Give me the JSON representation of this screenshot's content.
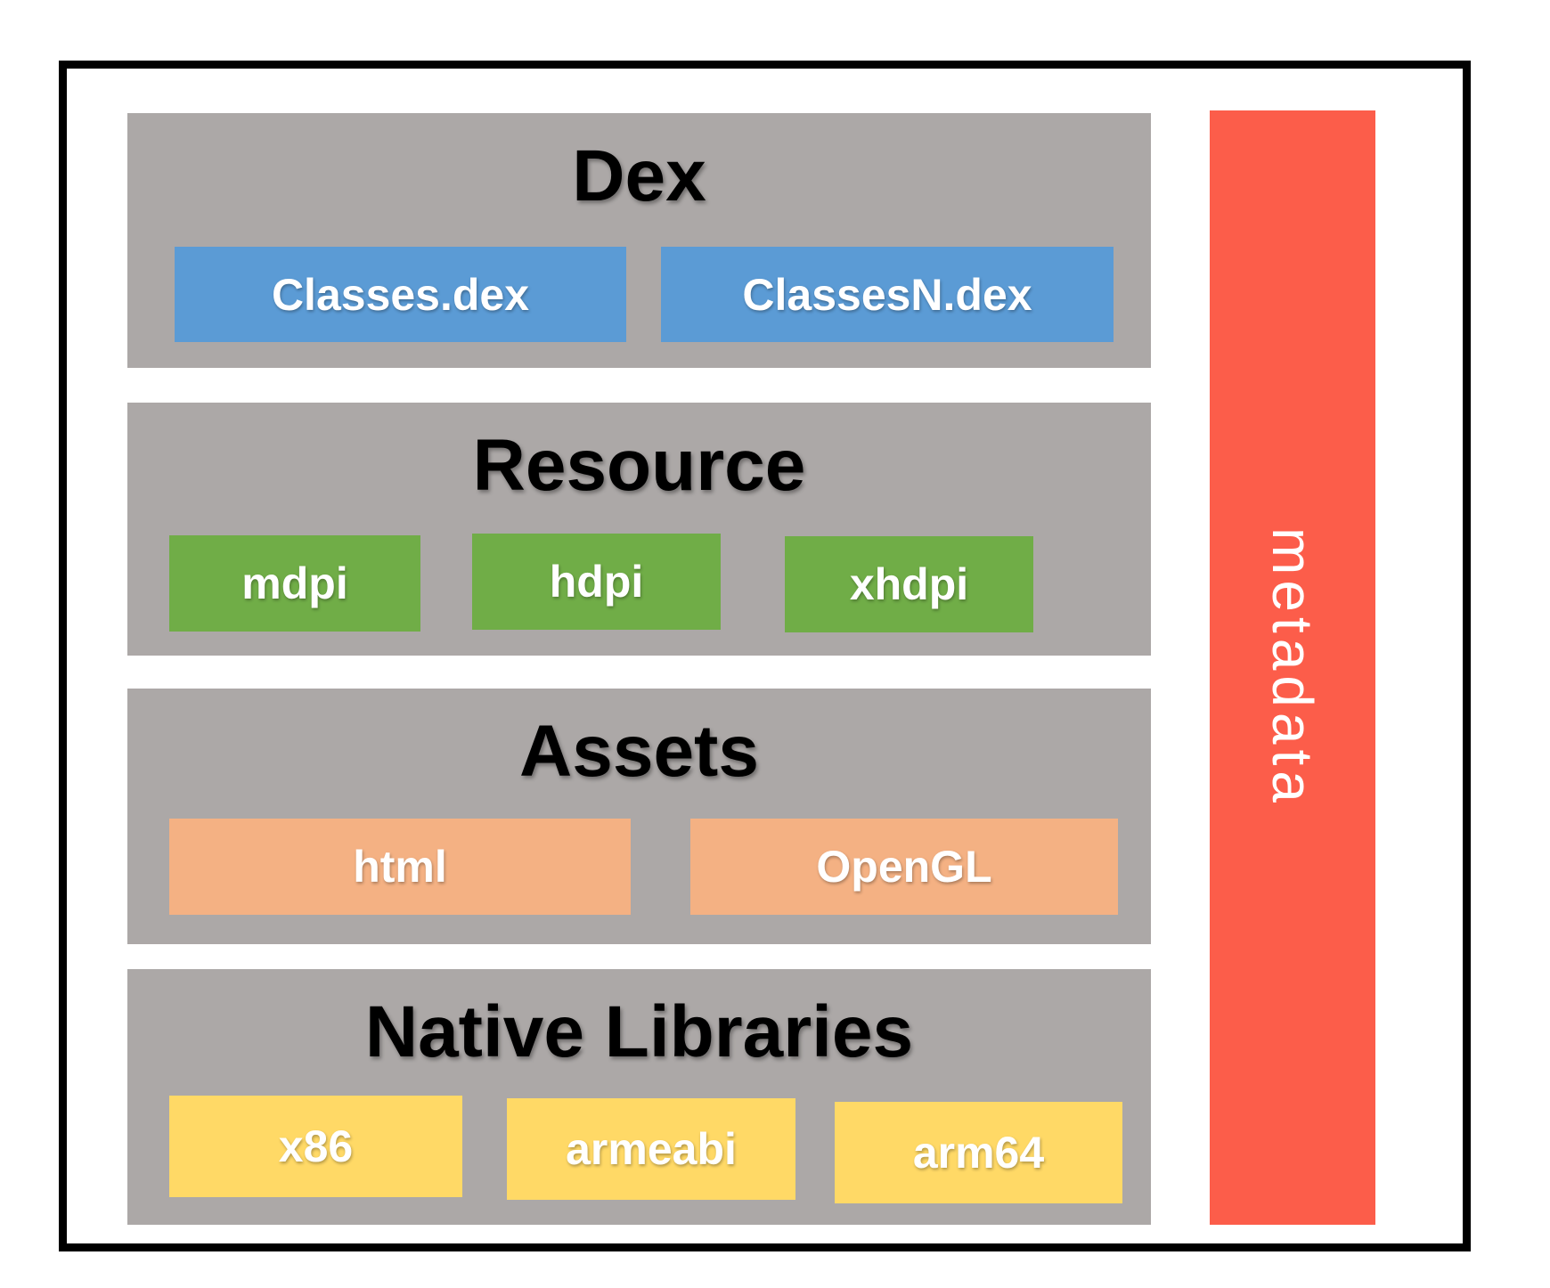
{
  "diagram": {
    "kind": "apk-structure-block-diagram",
    "sections": [
      {
        "title": "Dex",
        "box_color": "#5b9bd5",
        "boxes": [
          {
            "label": "Classes.dex"
          },
          {
            "label": "ClassesN.dex"
          }
        ]
      },
      {
        "title": "Resource",
        "box_color": "#70ad47",
        "boxes": [
          {
            "label": "mdpi"
          },
          {
            "label": "hdpi"
          },
          {
            "label": "xhdpi"
          }
        ]
      },
      {
        "title": "Assets",
        "box_color": "#f4b183",
        "boxes": [
          {
            "label": "html"
          },
          {
            "label": "OpenGL"
          }
        ]
      },
      {
        "title": "Native Libraries",
        "box_color": "#ffd966",
        "boxes": [
          {
            "label": "x86"
          },
          {
            "label": "armeabi"
          },
          {
            "label": "arm64"
          }
        ]
      }
    ],
    "sidebar": {
      "label": "metadata",
      "color": "#fc5d4a"
    },
    "colors": {
      "panel_gray": "#aca8a7",
      "border": "#000000",
      "background": "#ffffff",
      "title_text": "#000000",
      "box_label_text": "#ffffff"
    }
  }
}
